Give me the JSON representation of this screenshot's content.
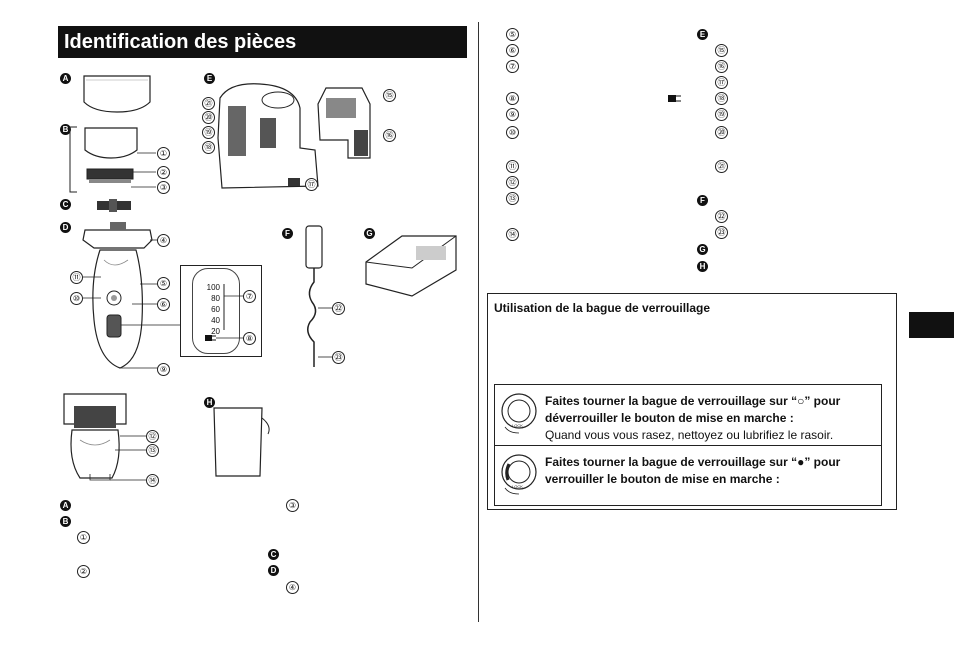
{
  "page": {
    "title": "Identification des pièces"
  },
  "badges": {
    "A": "A",
    "B": "B",
    "C": "C",
    "D": "D",
    "E": "E",
    "F": "F",
    "G": "G",
    "H": "H"
  },
  "numbers": [
    "①",
    "②",
    "③",
    "④",
    "⑤",
    "⑥",
    "⑦",
    "⑧",
    "⑨",
    "⑩",
    "⑪",
    "⑫",
    "⑬",
    "⑭",
    "⑮",
    "⑯",
    "⑰",
    "⑱",
    "⑲",
    "⑳",
    "㉑",
    "㉒",
    "㉓"
  ],
  "gauge": {
    "levels": [
      "100",
      "80",
      "60",
      "40",
      "20"
    ]
  },
  "right_list": {
    "col1": [
      "⑤",
      "⑥",
      "⑦",
      "⑧",
      "⑨",
      "⑩",
      "⑪",
      "⑫",
      "⑬",
      "⑭"
    ],
    "col2_e_items": [
      "⑮",
      "⑯",
      "⑰",
      "⑱",
      "⑲",
      "⑳",
      "㉑"
    ],
    "col2_f_items": [
      "㉒",
      "㉓"
    ]
  },
  "lock_box": {
    "title": "Utilisation de la bague de verrouillage",
    "unlock_bold": "Faites tourner la bague de verrouillage sur “○” pour déverrouiller le bouton de mise en marche :",
    "unlock_text": "Quand vous vous rasez, nettoyez ou lubrifiez le rasoir.",
    "lock_bold": "Faites tourner la bague de verrouillage sur “●” pour verrouiller le bouton de mise en marche :",
    "dial_label": "LOCK"
  },
  "icons": {
    "plug": "plug-icon"
  }
}
